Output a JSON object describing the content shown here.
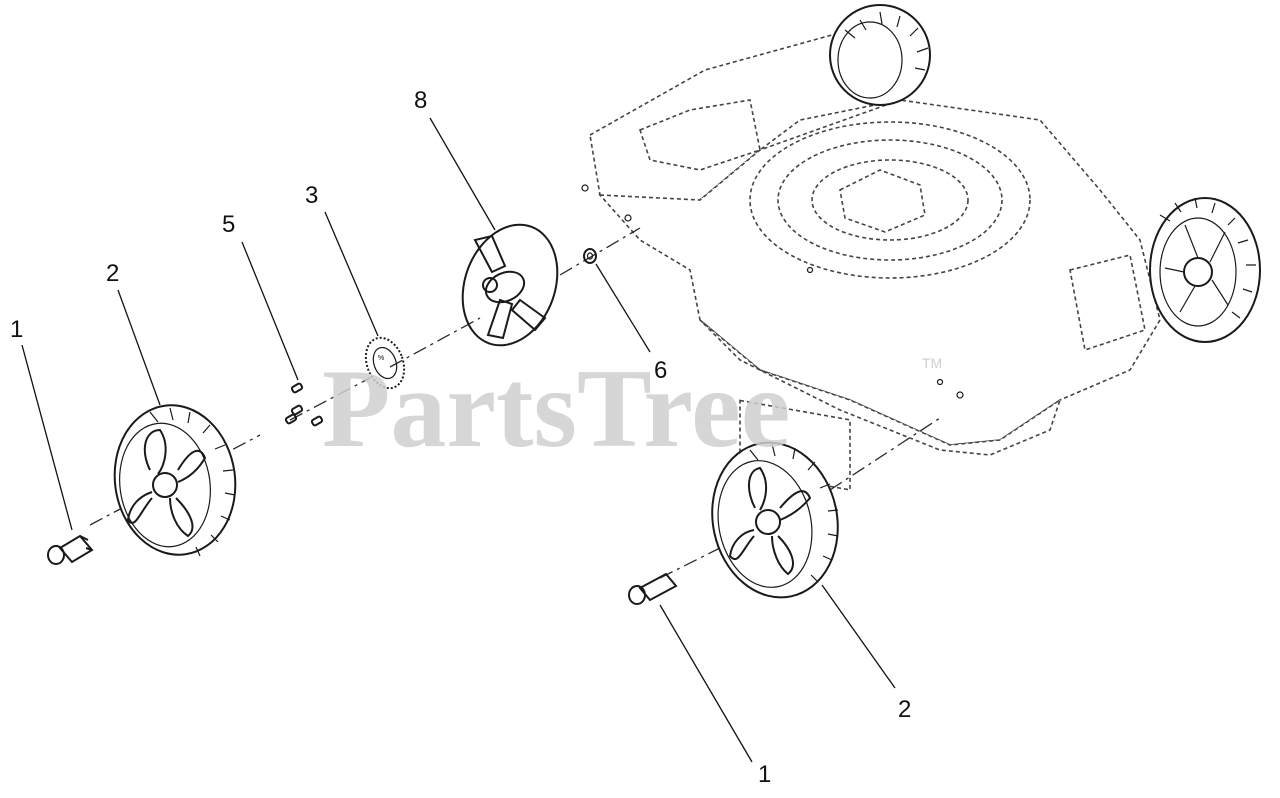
{
  "watermark": {
    "text": "PartsTree",
    "trademark": "TM"
  },
  "callouts": [
    {
      "id": "c1a",
      "label": "1"
    },
    {
      "id": "c2a",
      "label": "2"
    },
    {
      "id": "c5",
      "label": "5"
    },
    {
      "id": "c3",
      "label": "3"
    },
    {
      "id": "c8",
      "label": "8"
    },
    {
      "id": "c6",
      "label": "6"
    },
    {
      "id": "c2b",
      "label": "2"
    },
    {
      "id": "c1b",
      "label": "1"
    }
  ]
}
